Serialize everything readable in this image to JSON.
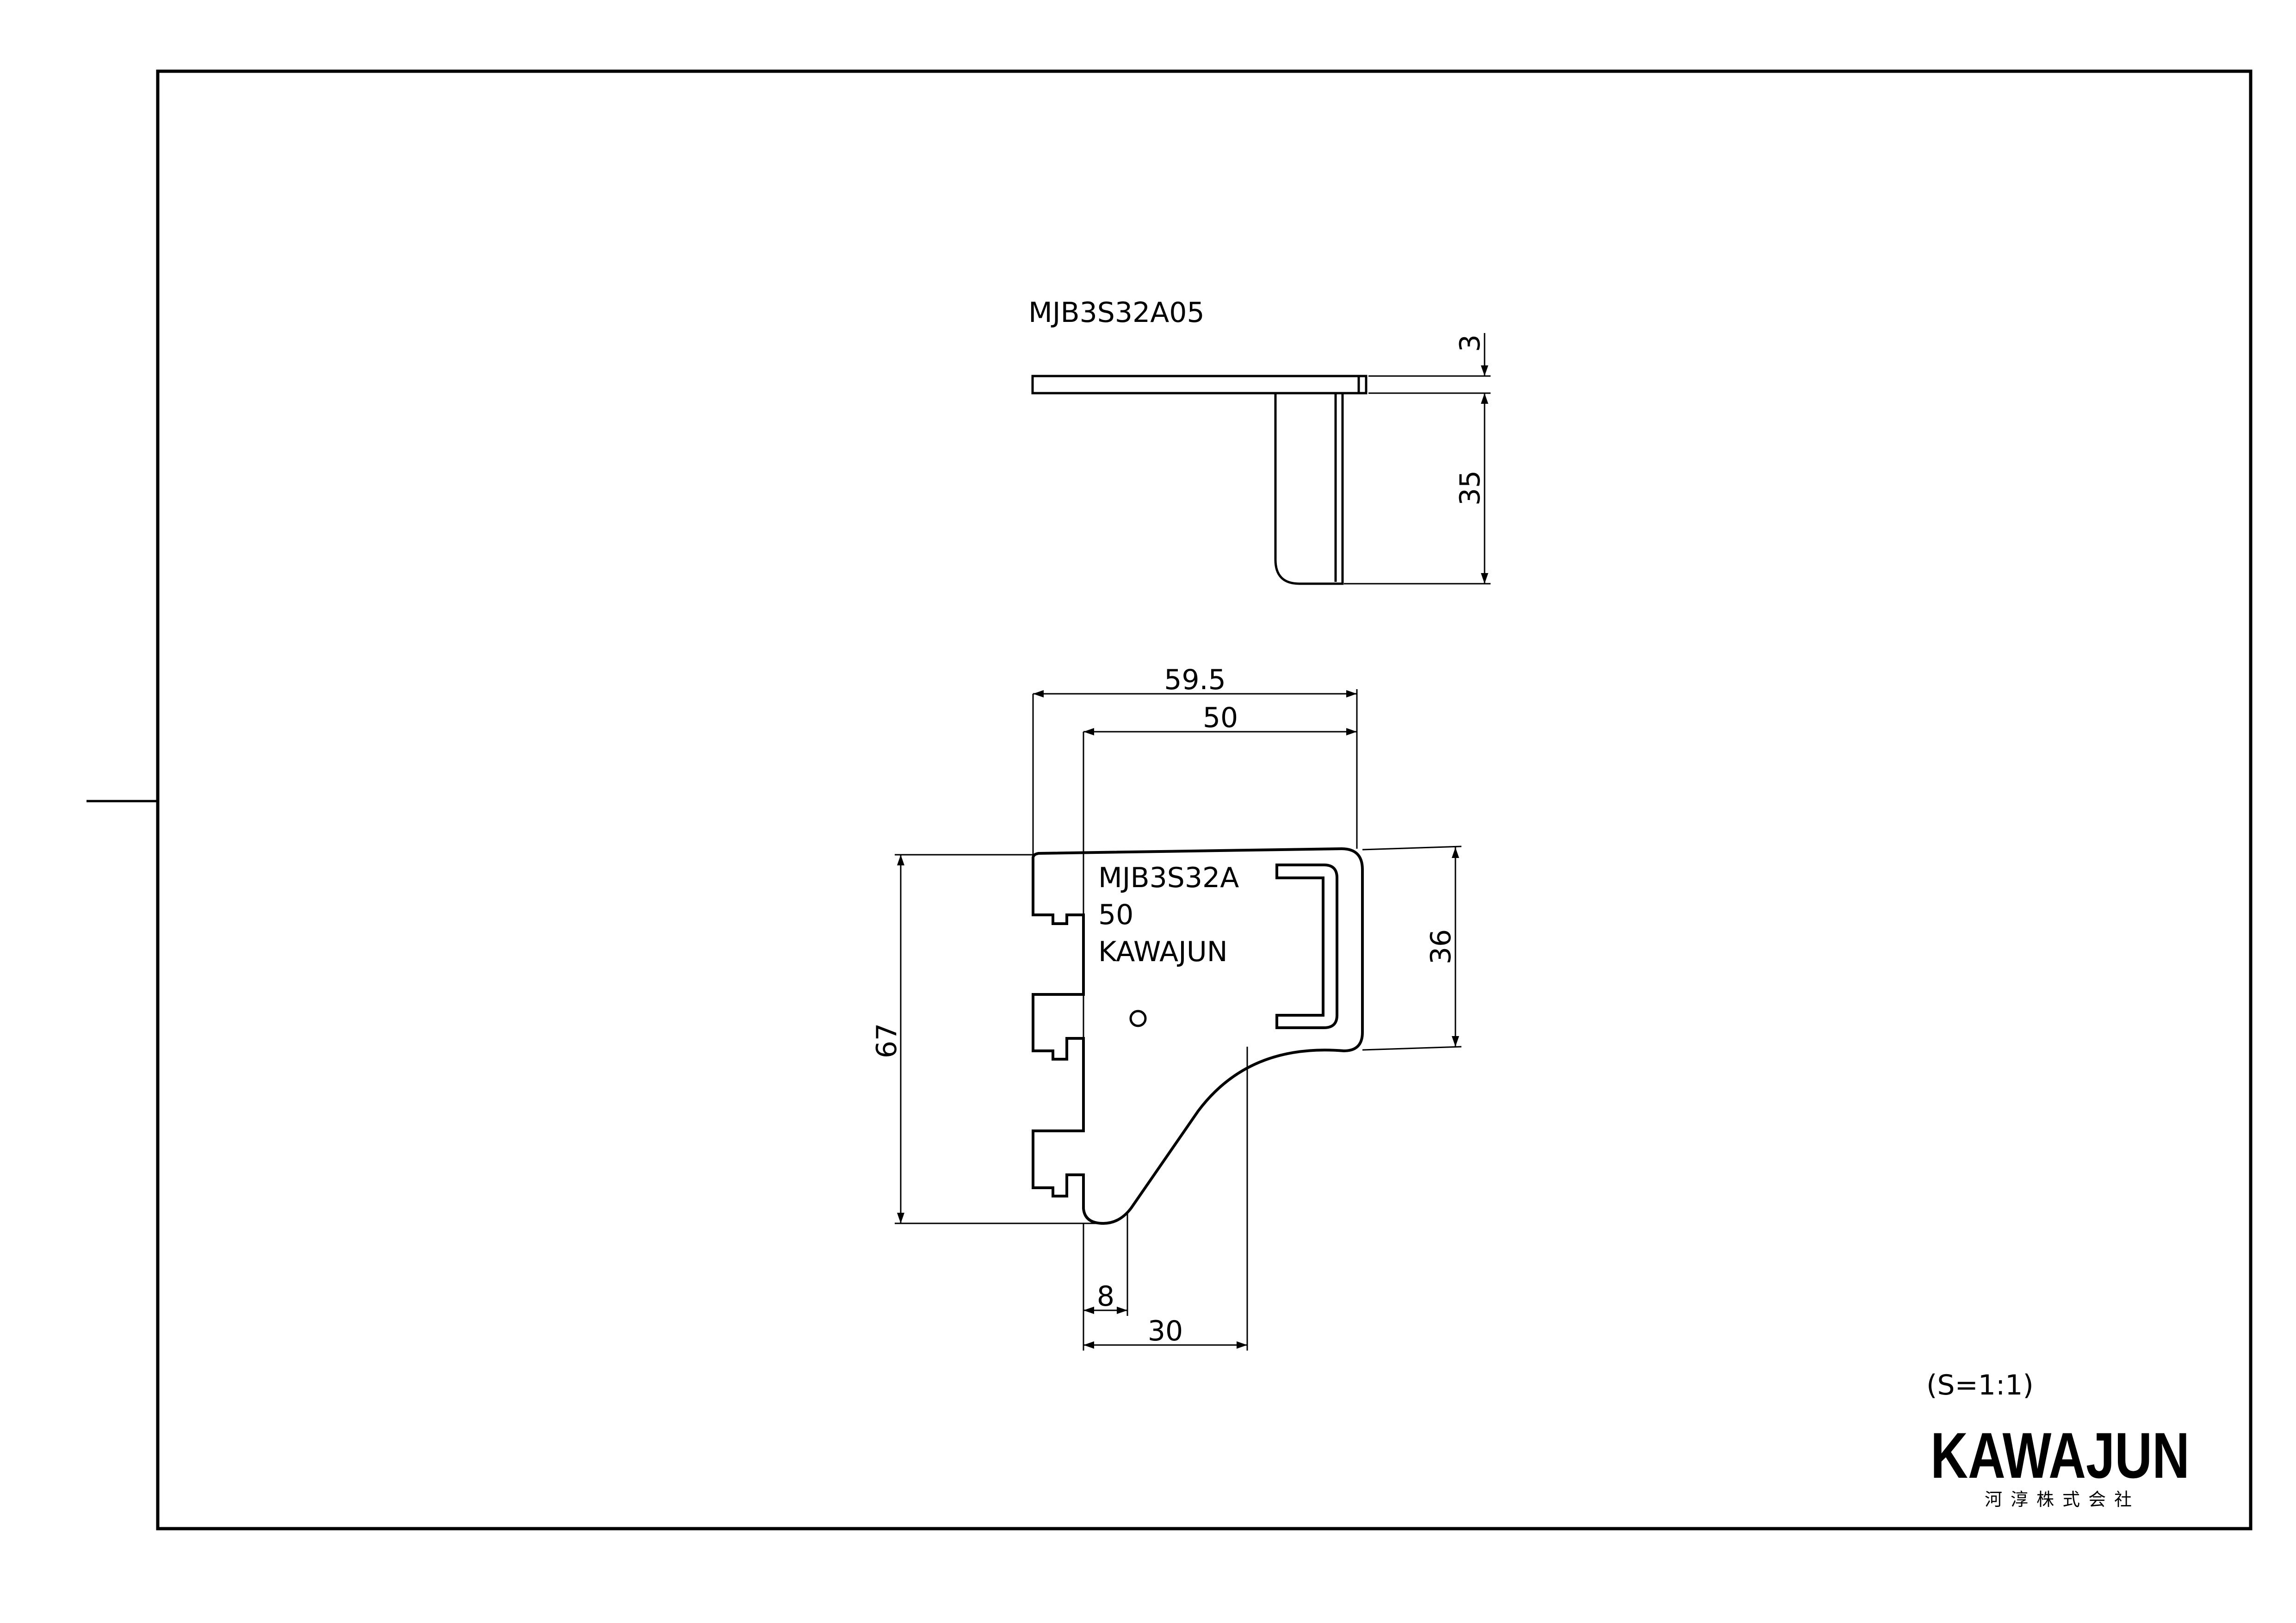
{
  "side_view": {
    "part_number": "MJB3S32A05",
    "dim_thickness": "3",
    "dim_height": "35"
  },
  "front_view": {
    "dim_overall_width": "59.5",
    "dim_width": "50",
    "dim_height": "67",
    "dim_arm_height": "36",
    "dim_bottom": "8",
    "dim_arm_offset": "30",
    "engraving": {
      "line1": "MJB3S32A",
      "line2": "50",
      "line3": "KAWAJUN"
    }
  },
  "scale": "(S=1:1)",
  "logo": {
    "name": "KAWAJUN",
    "company": "河淳株式会社"
  }
}
